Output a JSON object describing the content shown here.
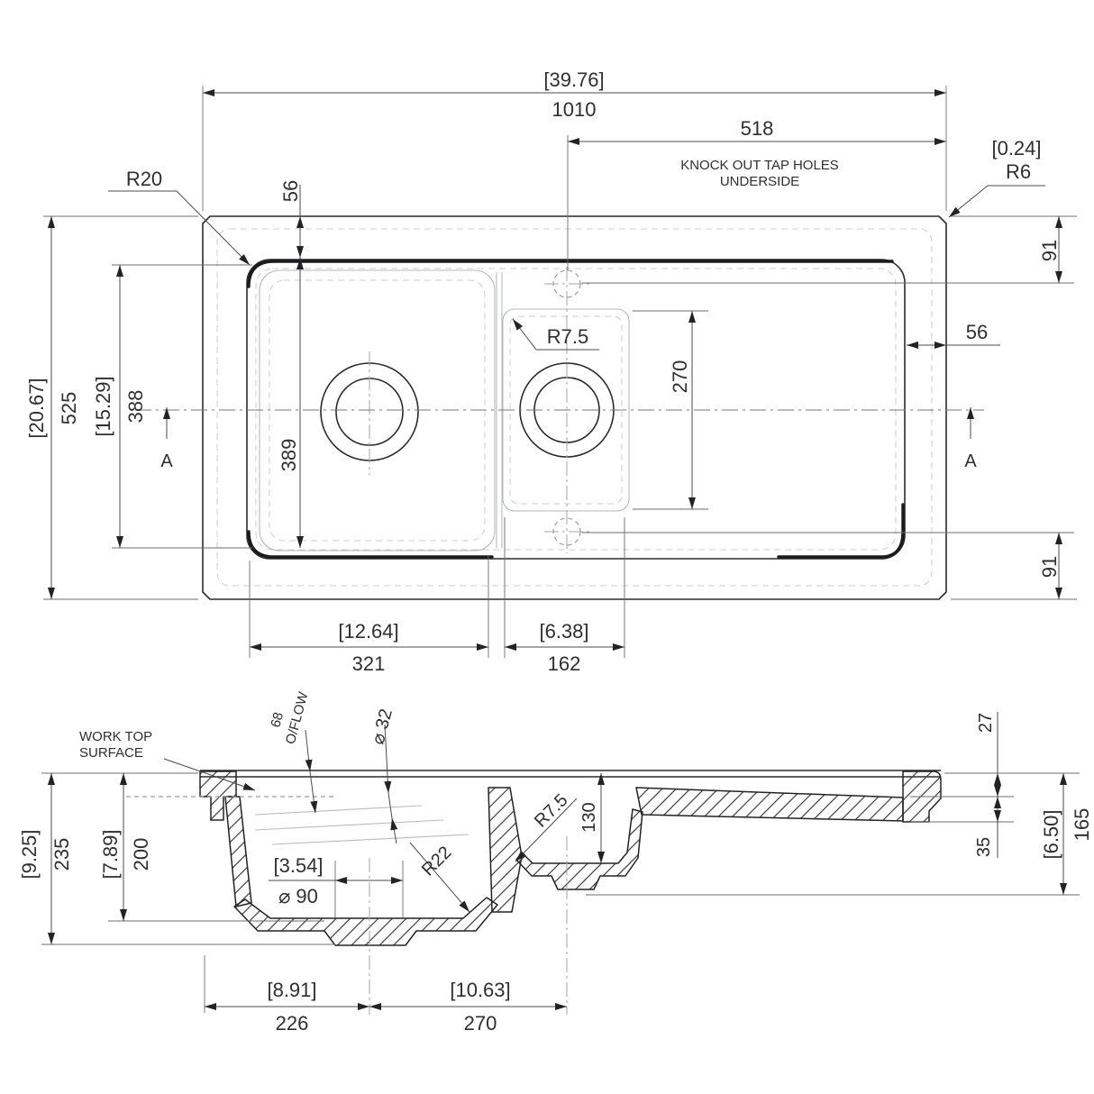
{
  "colors": {
    "line": "#2b2b2e",
    "light_line": "#b7babd",
    "dim_line": "#4b4b4e",
    "text": "#2f2f31",
    "background": "#ffffff"
  },
  "plan": {
    "overall_width_in": "[39.76]",
    "overall_width_mm": "1010",
    "tap_offset_mm": "518",
    "tap_note_line1": "KNOCK OUT TAP HOLES",
    "tap_note_line2": "UNDERSIDE",
    "corner_radius_in": "[0.24]",
    "corner_radius_mm": "R6",
    "bowl_corner_radius": "R20",
    "top_inset_mm": "56",
    "right_inset_mm": "56",
    "overall_depth_in": "[20.67]",
    "overall_depth_mm": "525",
    "bowl_depth_in": "[15.29]",
    "bowl_depth_mm": "388",
    "bowl_inner_depth_mm": "389",
    "tap_hole_offset_top_mm": "91",
    "tap_hole_offset_bottom_mm": "91",
    "small_bowl_length_mm": "270",
    "small_bowl_corner_radius": "R7.5",
    "main_bowl_width_in": "[12.64]",
    "main_bowl_width_mm": "321",
    "small_bowl_width_in": "[6.38]",
    "small_bowl_width_mm": "162",
    "section_marker": "A"
  },
  "section": {
    "worktop_label_line1": "WORK TOP",
    "worktop_label_line2": "SURFACE",
    "overflow_depth_mm": "68",
    "overflow_label": "O/FLOW",
    "overflow_diameter": "⌀ 32",
    "overall_depth_in": "[9.25]",
    "overall_depth_mm": "235",
    "bowl_depth_in": "[7.89]",
    "bowl_depth_mm": "200",
    "waste_diameter_in": "[3.54]",
    "waste_diameter_mm": "⌀ 90",
    "bowl_bottom_radius": "R22",
    "divider_radius": "R7.5",
    "small_bowl_depth_mm": "130",
    "drainer_drop_mm": "27",
    "drainer_thickness_mm": "35",
    "small_bowl_overall_in": "[6.50]",
    "small_bowl_overall_mm": "165",
    "waste_to_edge_in": "[8.91]",
    "waste_to_edge_mm": "226",
    "waste_spacing_in": "[10.63]",
    "waste_spacing_mm": "270"
  }
}
